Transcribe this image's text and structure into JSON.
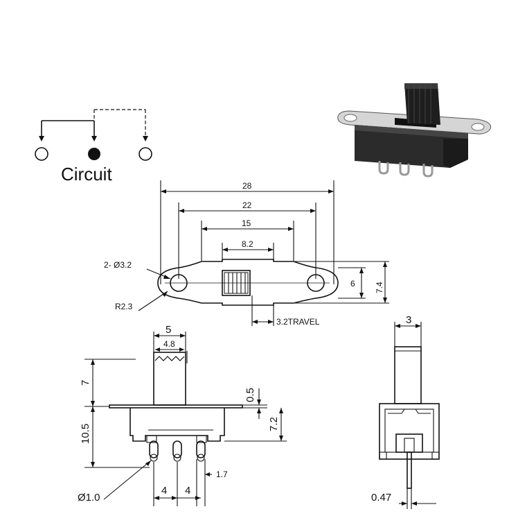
{
  "circuit": {
    "label": "Circuit"
  },
  "top_view": {
    "dim_28": "28",
    "dim_22": "22",
    "dim_15": "15",
    "dim_8_2": "8.2",
    "dim_6": "6",
    "dim_7_4": "7.4",
    "hole_label": "2- Ø3.2",
    "radius_label": "R2.3",
    "travel_label": "3.2TRAVEL"
  },
  "side_view": {
    "dim_5": "5",
    "dim_4_8": "4.8",
    "dim_7": "7",
    "dim_10_5": "10.5",
    "dim_0_5": "0.5",
    "dim_7_2": "7.2",
    "dim_1_7": "1.7",
    "dim_4_left": "4",
    "dim_4_right": "4",
    "pin_label": "Ø1.0"
  },
  "end_view": {
    "dim_3": "3",
    "dim_0_47": "0.47"
  },
  "colors": {
    "line": "#111111",
    "body_dark": "#2b2b2b",
    "metal": "#c8c8c8"
  }
}
